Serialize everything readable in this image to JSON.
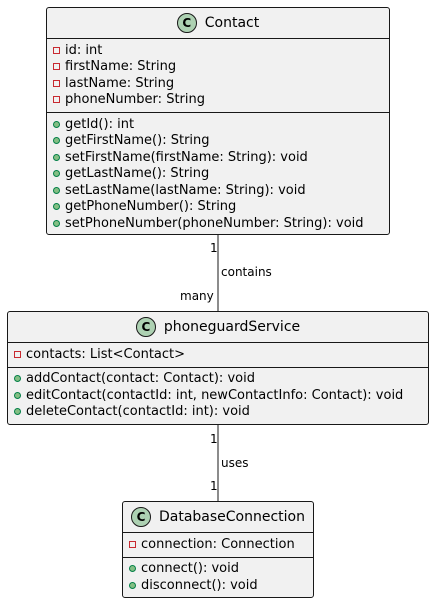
{
  "classes": [
    {
      "id": "contact",
      "name": "Contact",
      "stereotype": "C",
      "attributes": [
        {
          "vis": "private",
          "text": "id: int"
        },
        {
          "vis": "private",
          "text": "firstName: String"
        },
        {
          "vis": "private",
          "text": "lastName: String"
        },
        {
          "vis": "private",
          "text": "phoneNumber: String"
        }
      ],
      "methods": [
        {
          "vis": "public",
          "text": "getId(): int"
        },
        {
          "vis": "public",
          "text": "getFirstName(): String"
        },
        {
          "vis": "public",
          "text": "setFirstName(firstName: String): void"
        },
        {
          "vis": "public",
          "text": "getLastName(): String"
        },
        {
          "vis": "public",
          "text": "setLastName(lastName: String): void"
        },
        {
          "vis": "public",
          "text": "getPhoneNumber(): String"
        },
        {
          "vis": "public",
          "text": "setPhoneNumber(phoneNumber: String): void"
        }
      ]
    },
    {
      "id": "service",
      "name": "phoneguardService",
      "stereotype": "C",
      "attributes": [
        {
          "vis": "private",
          "text": "contacts: List<Contact>"
        }
      ],
      "methods": [
        {
          "vis": "public",
          "text": "addContact(contact: Contact): void"
        },
        {
          "vis": "public",
          "text": "editContact(contactId: int, newContactInfo: Contact): void"
        },
        {
          "vis": "public",
          "text": "deleteContact(contactId: int): void"
        }
      ]
    },
    {
      "id": "db",
      "name": "DatabaseConnection",
      "stereotype": "C",
      "attributes": [
        {
          "vis": "private",
          "text": "connection: Connection"
        }
      ],
      "methods": [
        {
          "vis": "public",
          "text": "connect(): void"
        },
        {
          "vis": "public",
          "text": "disconnect(): void"
        }
      ]
    }
  ],
  "relations": [
    {
      "from": "contact",
      "to": "service",
      "label": "contains",
      "from_mult": "1",
      "to_mult": "many"
    },
    {
      "from": "service",
      "to": "db",
      "label": "uses",
      "from_mult": "1",
      "to_mult": "1"
    }
  ]
}
